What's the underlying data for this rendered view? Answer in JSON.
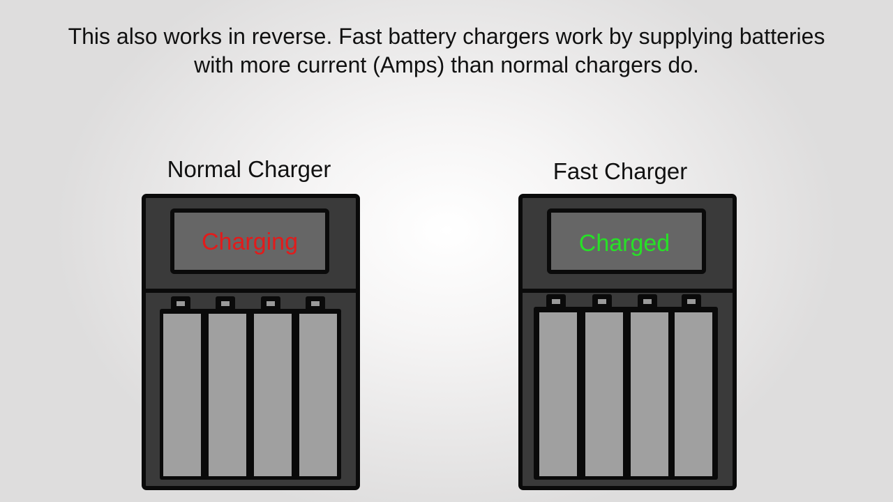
{
  "caption": {
    "line1": "This also works in reverse. Fast battery chargers work by supplying batteries",
    "line2": "with more current (Amps) than normal chargers do."
  },
  "chargers": [
    {
      "title": "Normal Charger",
      "status": "Charging",
      "status_color": "#e21b1b",
      "battery_count": 4
    },
    {
      "title": "Fast Charger",
      "status": "Charged",
      "status_color": "#27e127",
      "battery_count": 4
    }
  ],
  "colors": {
    "charger_body": "#3a3a3a",
    "charger_outline": "#0a0a0a",
    "screen": "#666666",
    "battery": "#a0a0a0",
    "terminal": "#9a9a9a"
  }
}
